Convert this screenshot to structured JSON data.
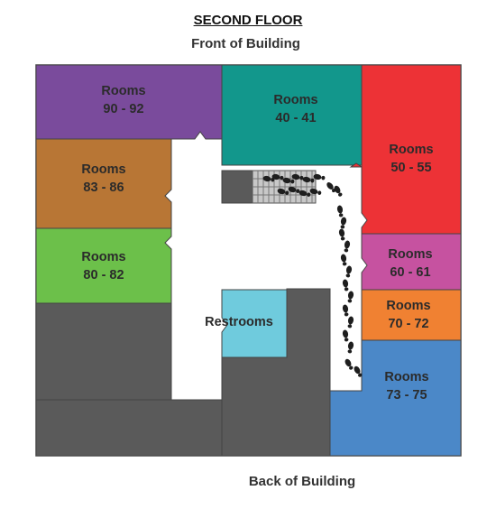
{
  "title": "SECOND FLOOR",
  "front_label": "Front of Building",
  "back_label": "Back of Building",
  "rooms": {
    "r90_92": {
      "line1": "Rooms",
      "line2": "90 - 92",
      "color": "#7a4b9c"
    },
    "r40_41": {
      "line1": "Rooms",
      "line2": "40 - 41",
      "color": "#12978c"
    },
    "r50_55": {
      "line1": "Rooms",
      "line2": "50 - 55",
      "color": "#ed3236"
    },
    "r83_86": {
      "line1": "Rooms",
      "line2": "83 - 86",
      "color": "#b87635"
    },
    "r80_82": {
      "line1": "Rooms",
      "line2": "80 - 82",
      "color": "#6cc04a"
    },
    "r60_61": {
      "line1": "Rooms",
      "line2": "60 - 61",
      "color": "#c652a0"
    },
    "r70_72": {
      "line1": "Rooms",
      "line2": "70 - 72",
      "color": "#f08132"
    },
    "r73_75": {
      "line1": "Rooms",
      "line2": "73 - 75",
      "color": "#4b88c8"
    },
    "restrooms": {
      "label": "Restrooms",
      "color": "#6fcbdd"
    }
  },
  "colors": {
    "unassigned": "#5a5a5a",
    "corridor": "#ffffff",
    "stairs": "#9a9a9a",
    "footprints": "#1e1e1e"
  },
  "icons": {
    "footprints": "footprints-icon",
    "stairs": "stairs-icon"
  }
}
